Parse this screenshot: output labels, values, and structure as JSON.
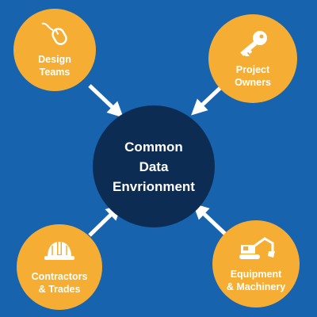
{
  "center": {
    "line1": "Common",
    "line2": "Data",
    "line3": "Envrionment"
  },
  "nodes": {
    "design_teams": {
      "line1": "Design",
      "line2": "Teams",
      "icon": "mouse-icon"
    },
    "project_owners": {
      "line1": "Project",
      "line2": "Owners",
      "icon": "key-icon"
    },
    "contractors_trades": {
      "line1": "Contractors",
      "line2": "& Trades",
      "icon": "hard-hat-icon"
    },
    "equipment_machinery": {
      "line1": "Equipment",
      "line2": "& Machinery",
      "icon": "excavator-icon"
    }
  },
  "colors": {
    "background": "#1763ad",
    "center_fill": "#0c2c53",
    "node_fill": "#f5ae33",
    "text": "#ffffff"
  }
}
